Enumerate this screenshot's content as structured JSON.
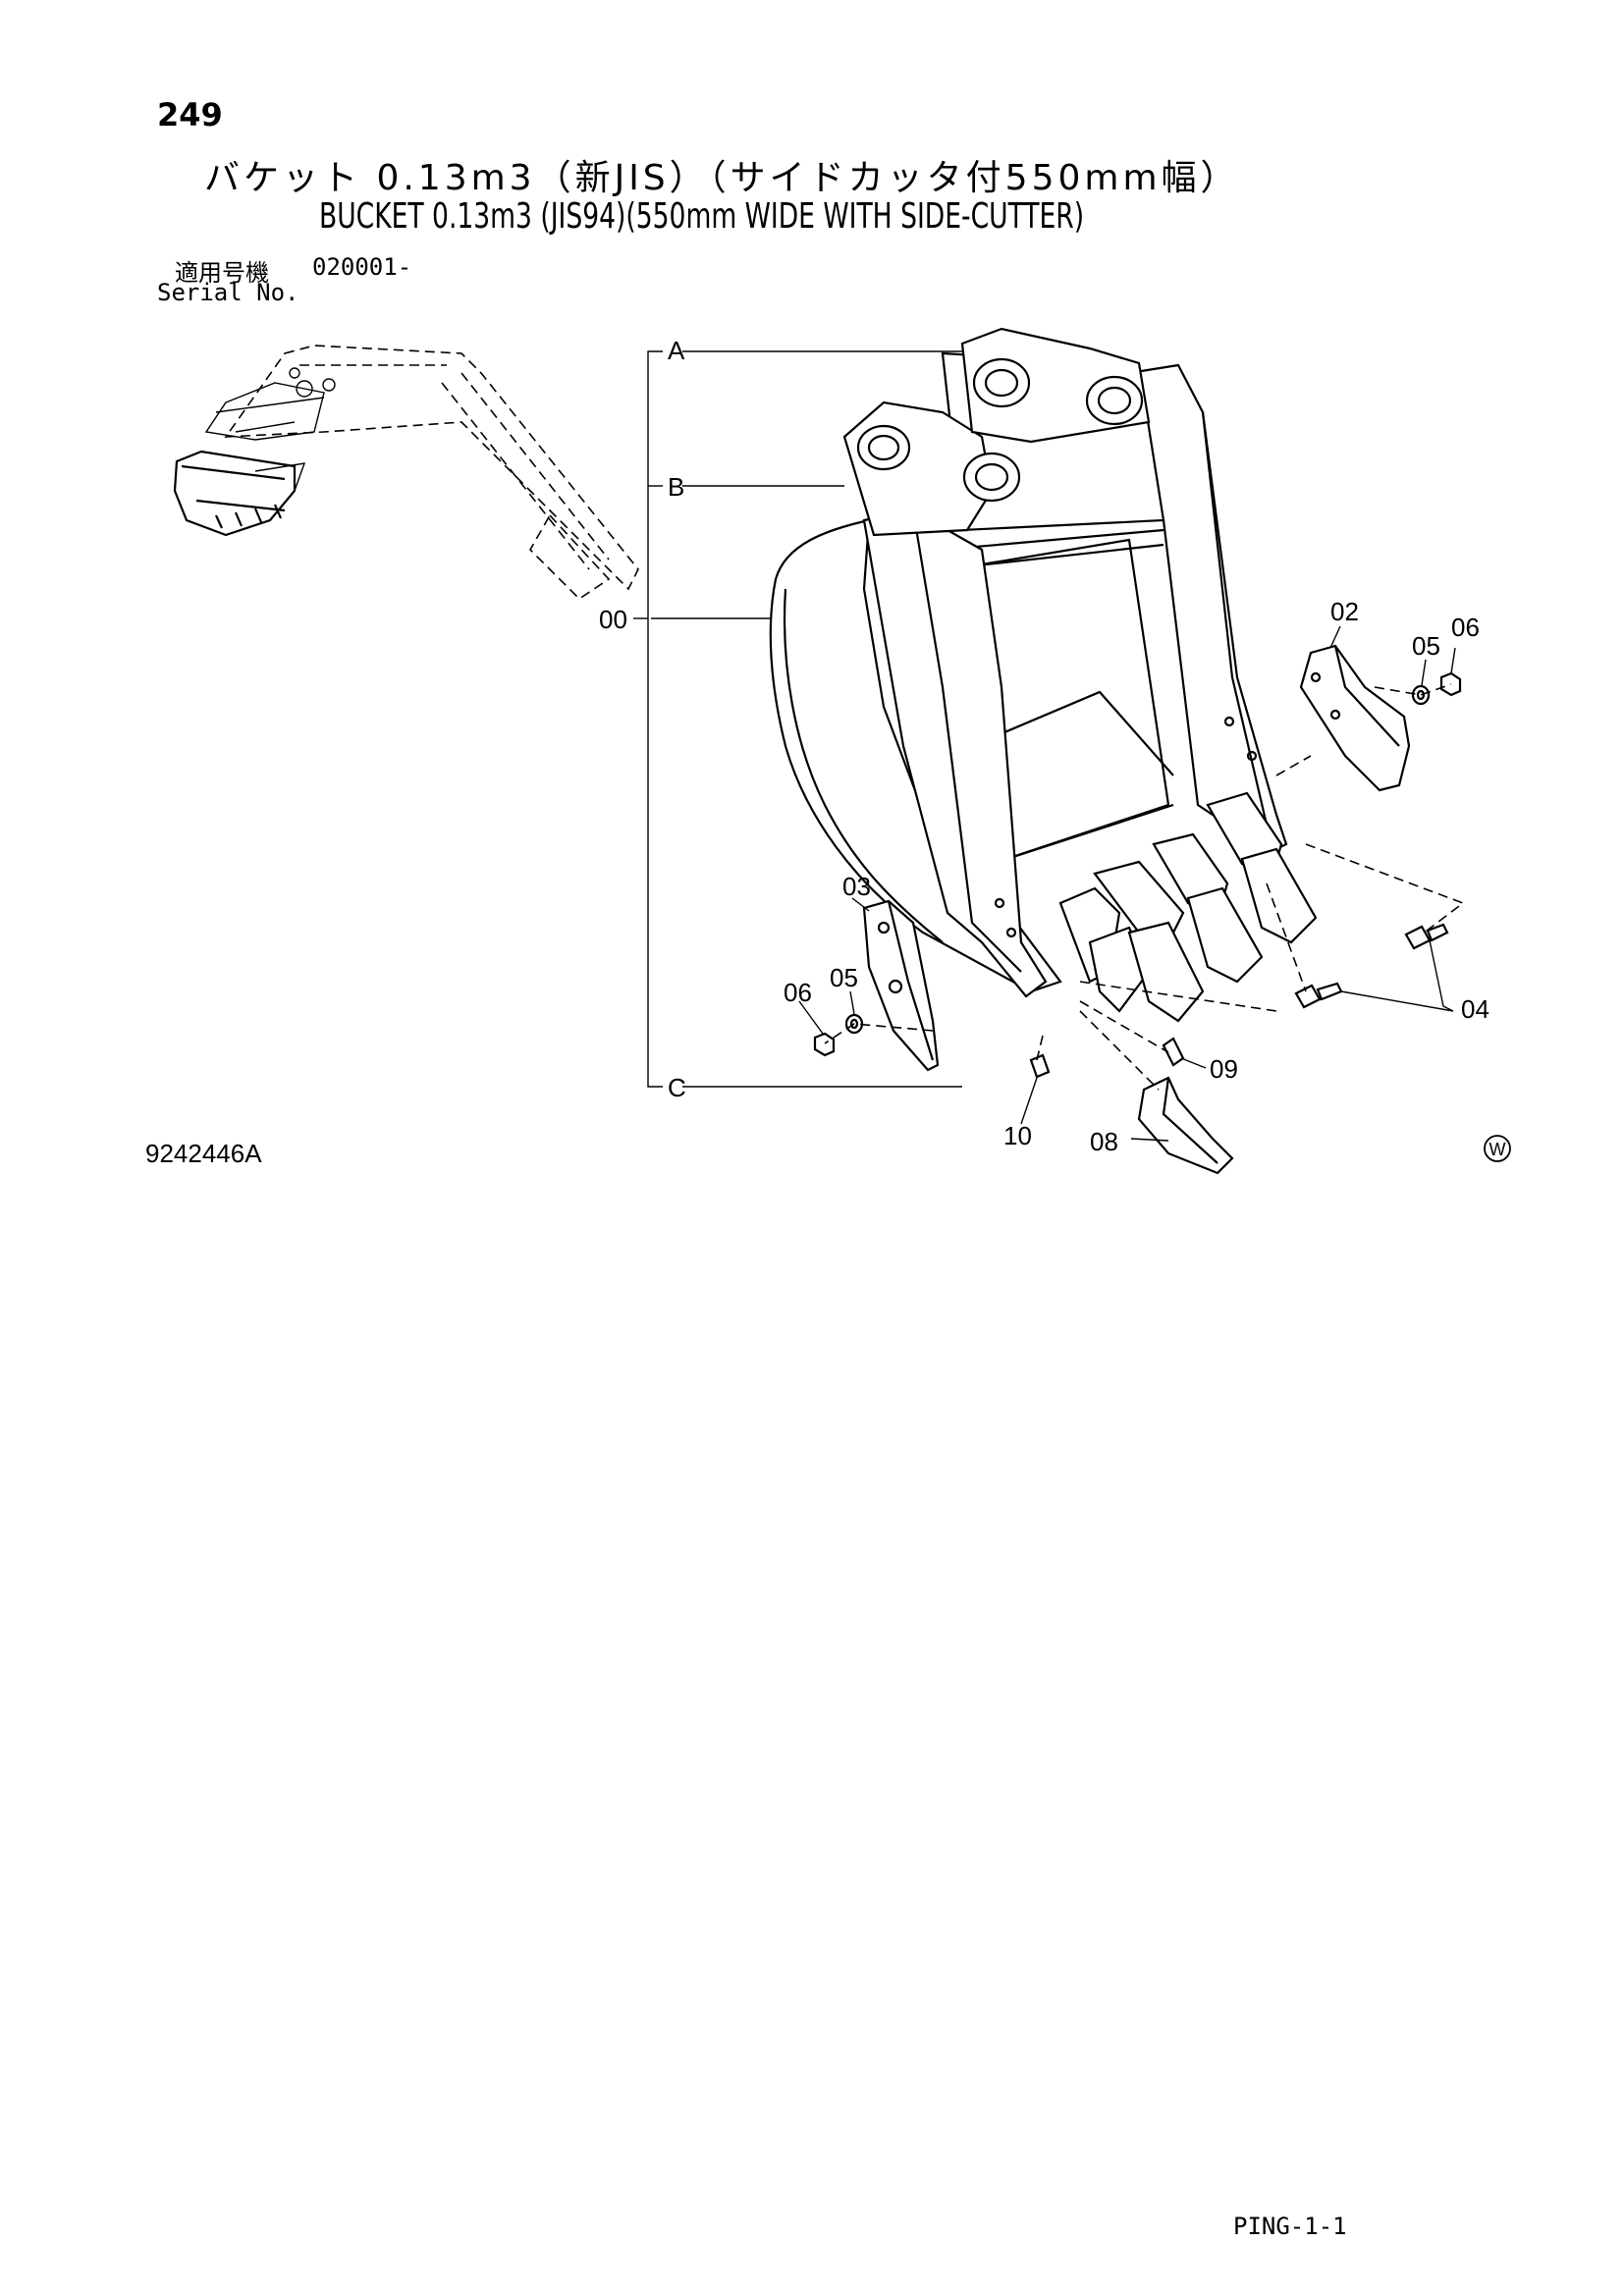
{
  "page_number": "249",
  "title_jp": "バケット 0.13m3（新JIS）（サイドカッタ付550mm幅）",
  "title_en": "BUCKET 0.13m3 (JIS94)(550mm WIDE WITH SIDE-CUTTER)",
  "serial_label_jp": "適用号機",
  "serial_value": "020001-",
  "serial_label_en": "Serial No.",
  "callouts": {
    "a": "A",
    "b": "B",
    "c": "C",
    "p00": "00",
    "p02": "02",
    "p03": "03",
    "p04": "04",
    "p05_right": "05",
    "p06_right": "06",
    "p05_left": "05",
    "p06_left": "06",
    "p08": "08",
    "p09": "09",
    "p10": "10"
  },
  "drawing_number": "9242446A",
  "watermark_mark": "W",
  "page_code": "PING-1-1"
}
